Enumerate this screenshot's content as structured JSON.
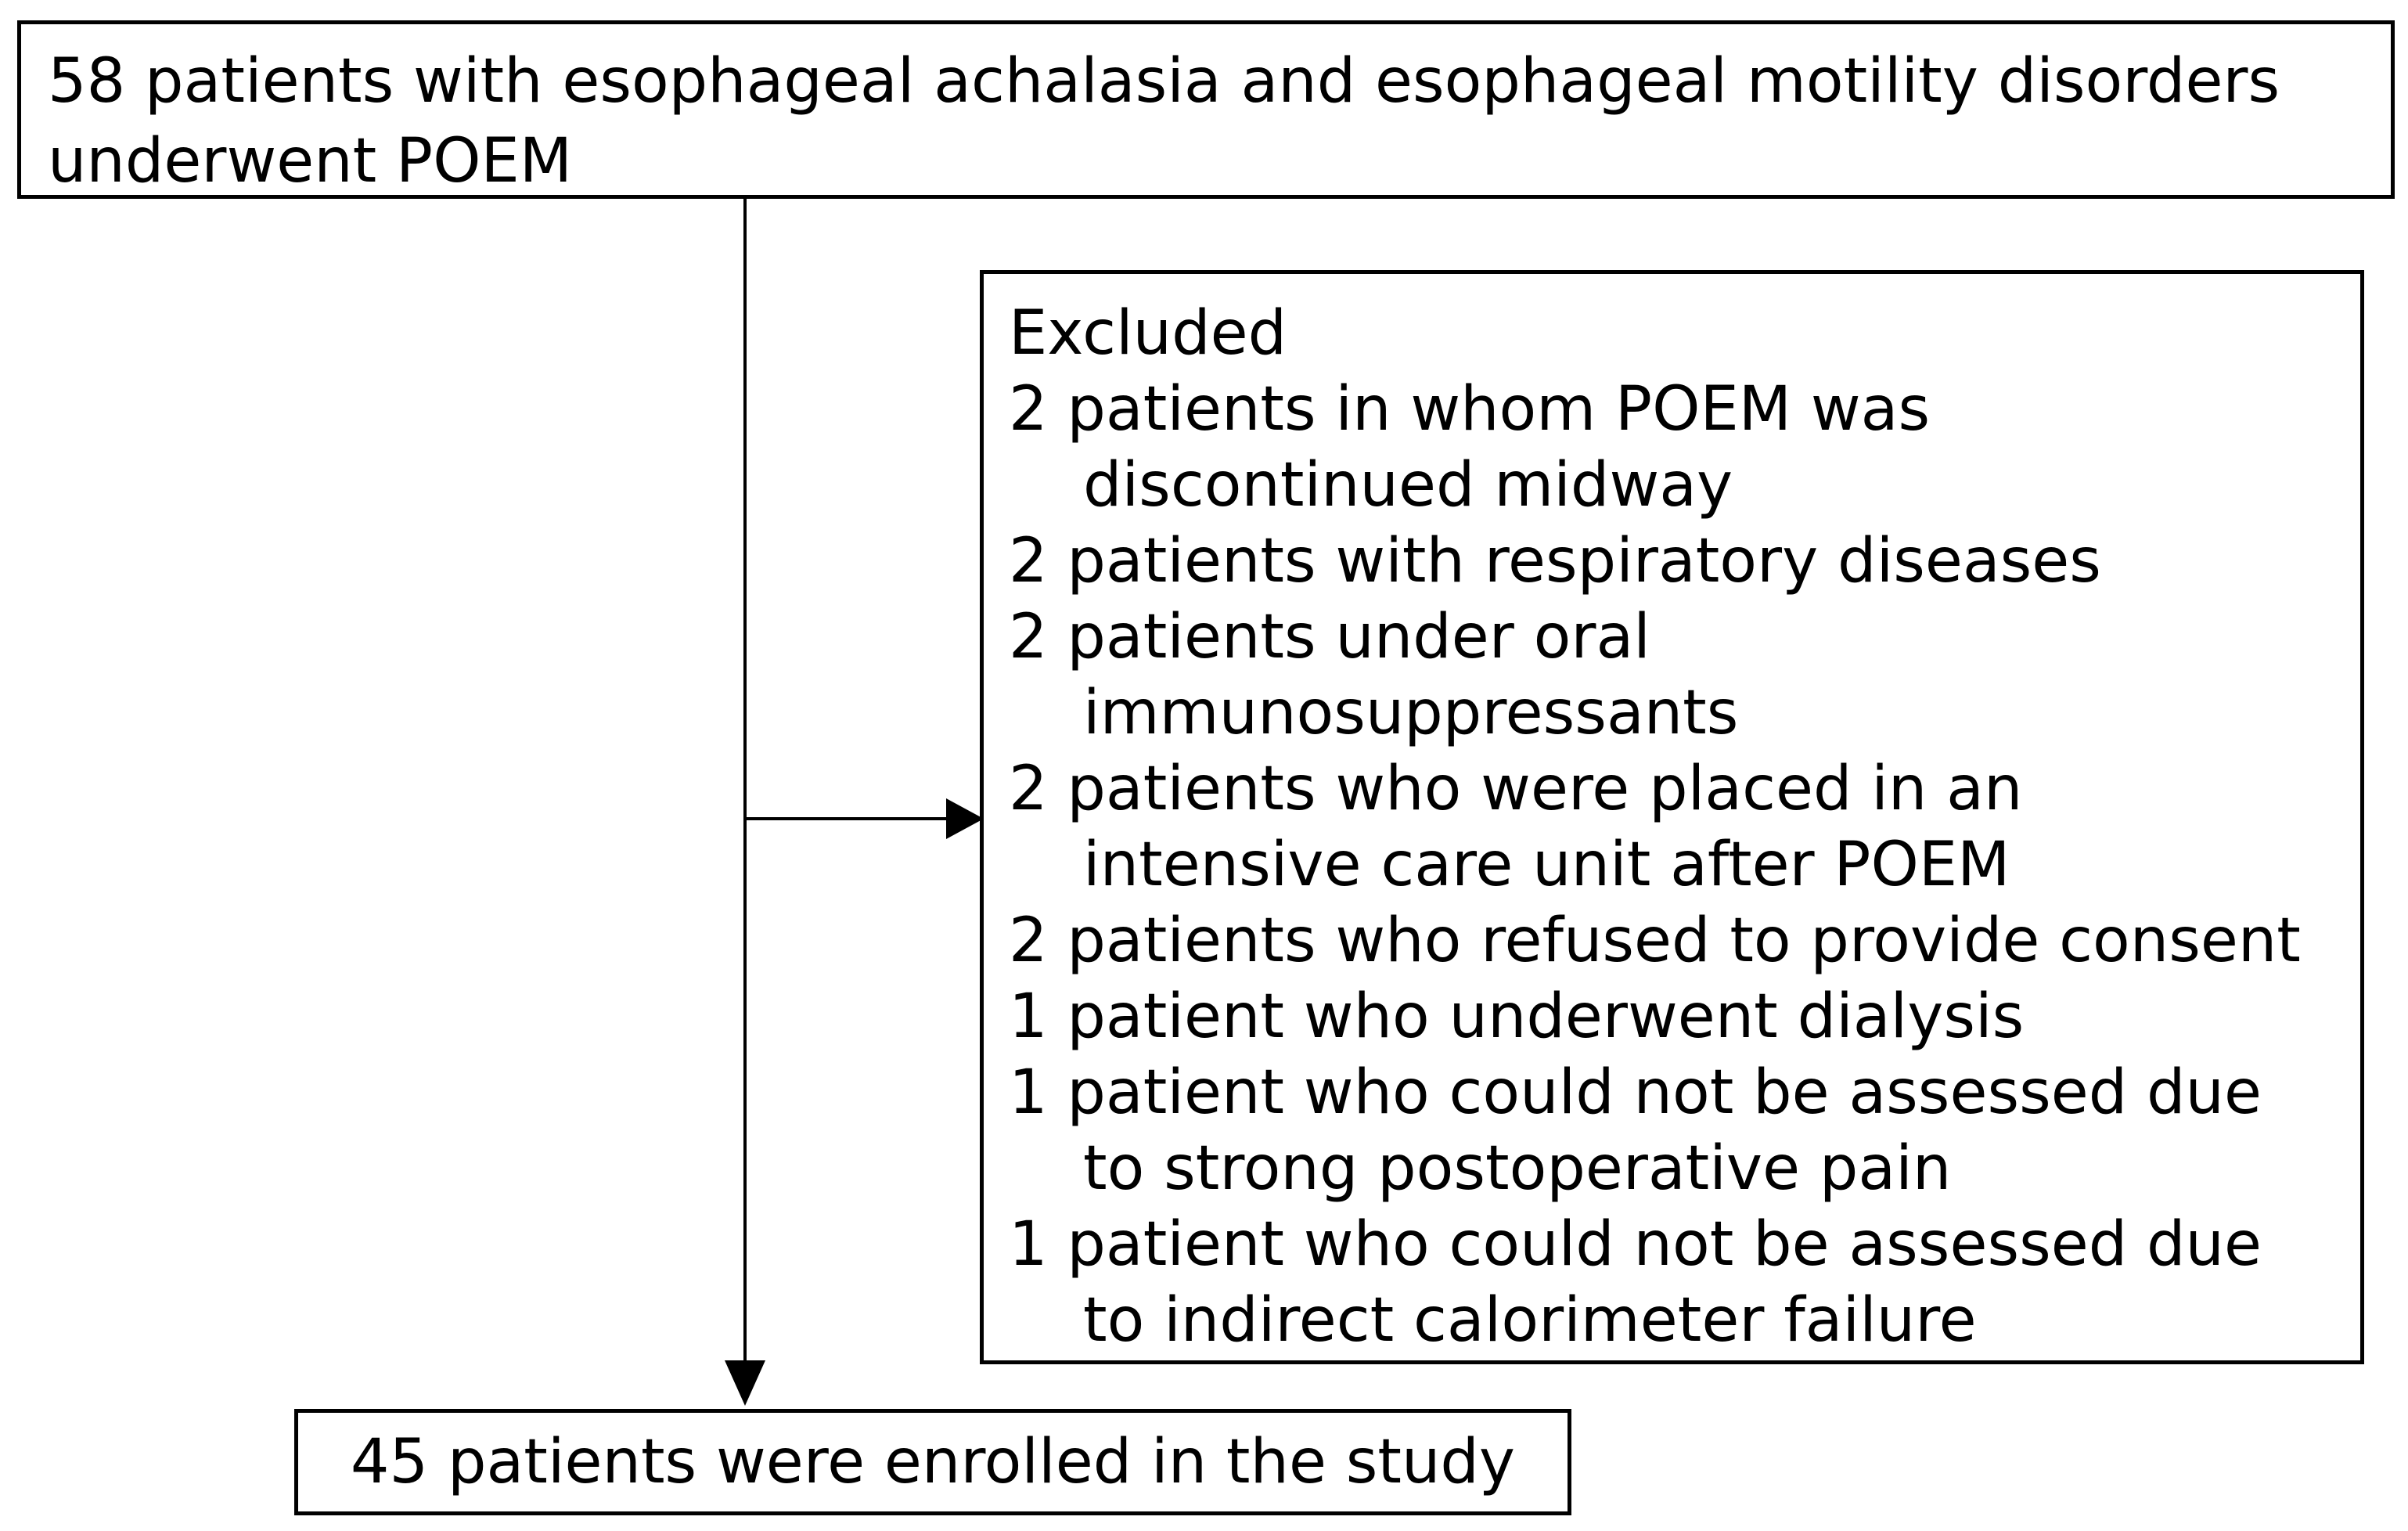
{
  "diagram": {
    "top_box": {
      "lines": [
        "58 patients with esophageal achalasia and esophageal motility disorders",
        "underwent POEM"
      ]
    },
    "excluded_box": {
      "title": "Excluded",
      "items": [
        {
          "text": "2 patients in whom POEM was",
          "indent": false
        },
        {
          "text": "discontinued midway",
          "indent": true
        },
        {
          "text": "2 patients with respiratory diseases",
          "indent": false
        },
        {
          "text": "2 patients under oral",
          "indent": false
        },
        {
          "text": "immunosuppressants",
          "indent": true
        },
        {
          "text": "2 patients who were placed in an",
          "indent": false
        },
        {
          "text": "intensive care unit after POEM",
          "indent": true
        },
        {
          "text": "2 patients who refused to provide consent",
          "indent": false
        },
        {
          "text": "1 patient who underwent dialysis",
          "indent": false
        },
        {
          "text": "1 patient who could not be assessed due",
          "indent": false
        },
        {
          "text": "to strong postoperative pain",
          "indent": true
        },
        {
          "text": "1 patient who could not be assessed due",
          "indent": false
        },
        {
          "text": "to indirect calorimeter failure",
          "indent": true
        }
      ]
    },
    "bottom_box": {
      "text": "45 patients were enrolled in the study"
    },
    "colors": {
      "line": "#000000",
      "background": "#ffffff",
      "text": "#000000"
    }
  }
}
